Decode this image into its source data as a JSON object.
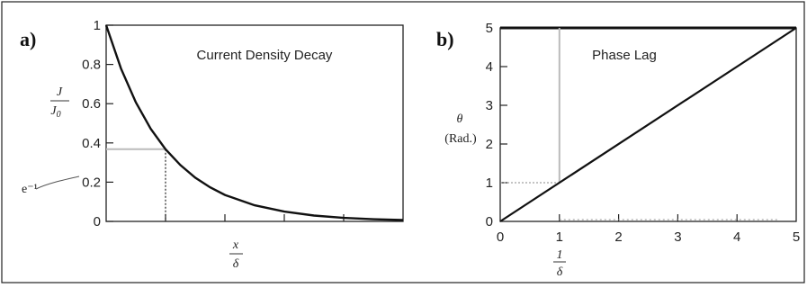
{
  "chart_data": [
    {
      "type": "line",
      "panel_label": "a)",
      "title": "Current Density Decay",
      "ylabel_num": "J",
      "ylabel_den": "J",
      "ylabel_den_sub": "0",
      "xlabel_num": "x",
      "xlabel_den": "δ",
      "annotation": "e⁻¹",
      "xlim": [
        0,
        5
      ],
      "ylim": [
        0,
        1
      ],
      "x_ticks": [
        0,
        1,
        2,
        3,
        4,
        5
      ],
      "y_ticks": [
        0,
        0.2,
        0.4,
        0.6,
        0.8,
        1
      ],
      "y_tick_labels": [
        "0",
        "0.2",
        "0.4",
        "0.6",
        "0.8",
        "1"
      ],
      "series": [
        {
          "x": [
            0,
            0.25,
            0.5,
            0.75,
            1,
            1.25,
            1.5,
            1.75,
            2,
            2.5,
            3,
            3.5,
            4,
            4.5,
            5
          ],
          "values": [
            1,
            0.779,
            0.607,
            0.472,
            0.368,
            0.287,
            0.223,
            0.174,
            0.135,
            0.082,
            0.05,
            0.03,
            0.018,
            0.011,
            0.007
          ]
        }
      ],
      "marker": {
        "x": 1,
        "y": 0.368
      }
    },
    {
      "type": "line",
      "panel_label": "b)",
      "title": "Phase Lag",
      "ylabel_sym": "θ",
      "ylabel_unit": "(Rad.)",
      "xlabel_num": "1",
      "xlabel_den": "δ",
      "xlim": [
        0,
        5
      ],
      "ylim": [
        0,
        5
      ],
      "x_ticks": [
        0,
        1,
        2,
        3,
        4,
        5
      ],
      "y_ticks": [
        0,
        1,
        2,
        3,
        4,
        5
      ],
      "x_tick_labels": [
        "0",
        "1",
        "2",
        "3",
        "4",
        "5"
      ],
      "y_tick_labels": [
        "0",
        "1",
        "2",
        "3",
        "4",
        "5"
      ],
      "series": [
        {
          "x": [
            0,
            5
          ],
          "values": [
            0,
            5
          ]
        }
      ],
      "marker": {
        "x": 1,
        "y": 1
      }
    }
  ]
}
